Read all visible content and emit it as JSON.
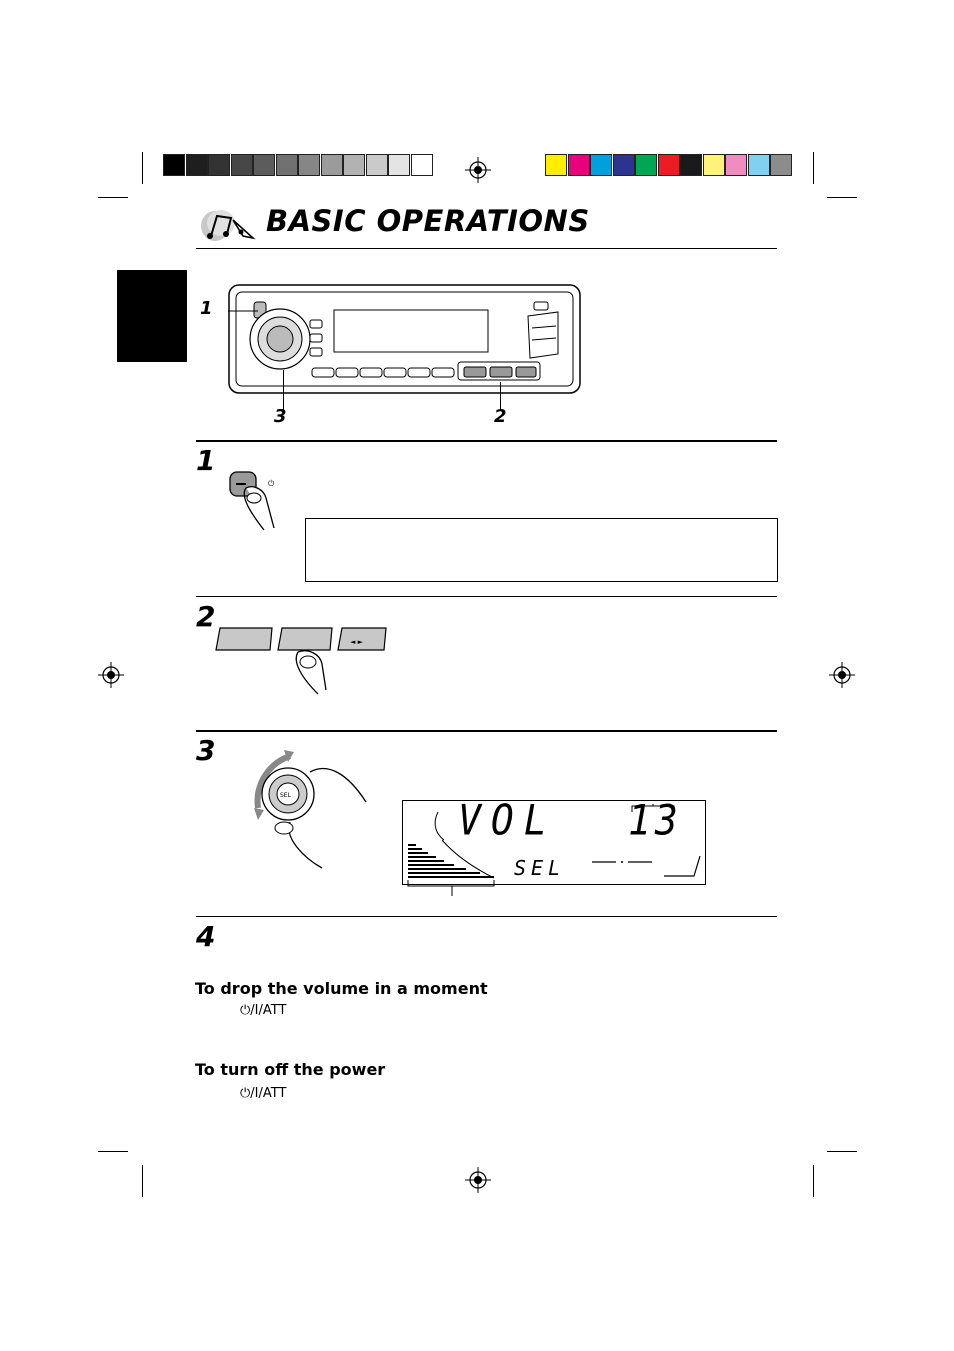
{
  "page": {
    "title": "BASIC OPERATIONS",
    "callouts": [
      "1",
      "2",
      "3"
    ],
    "steps": [
      {
        "number": "1"
      },
      {
        "number": "2"
      },
      {
        "number": "3"
      },
      {
        "number": "4"
      }
    ],
    "display": {
      "main_text": "VOL",
      "value": "13",
      "sub_text": "SEL"
    },
    "sections": [
      {
        "heading": "To drop the volume in a moment",
        "button": "⏻/I/ATT"
      },
      {
        "heading": "To turn off the power",
        "button": "⏻/I/ATT"
      }
    ]
  },
  "colors": {
    "gray_bar": [
      "#000000",
      "#1e1e1e",
      "#333333",
      "#474747",
      "#5c5c5c",
      "#717171",
      "#868686",
      "#9b9b9b",
      "#b2b2b2",
      "#cacaca",
      "#e4e4e4",
      "#ffffff"
    ],
    "color_bar": [
      "#ffee00",
      "#e8007c",
      "#00a0e0",
      "#2b3590",
      "#00a651",
      "#ed1c24",
      "#1a1a1a",
      "#fff27a",
      "#f08cc0",
      "#7fd0f2",
      "#8c8c8c"
    ]
  }
}
